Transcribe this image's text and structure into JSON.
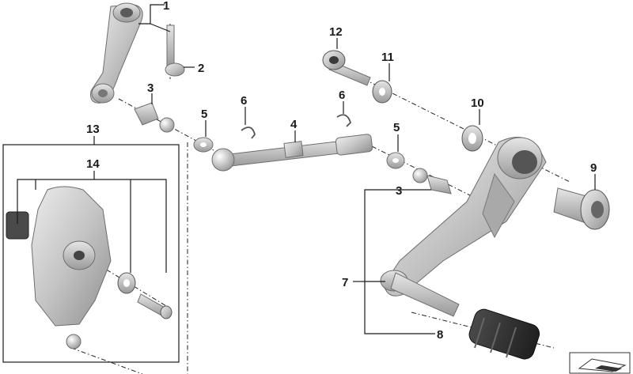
{
  "diagram": {
    "callouts": [
      {
        "id": "c1",
        "label": "1"
      },
      {
        "id": "c2",
        "label": "2"
      },
      {
        "id": "c3a",
        "label": "3"
      },
      {
        "id": "c3b",
        "label": "3"
      },
      {
        "id": "c4",
        "label": "4"
      },
      {
        "id": "c5a",
        "label": "5"
      },
      {
        "id": "c5b",
        "label": "5"
      },
      {
        "id": "c6a",
        "label": "6"
      },
      {
        "id": "c6b",
        "label": "6"
      },
      {
        "id": "c7",
        "label": "7"
      },
      {
        "id": "c8",
        "label": "8"
      },
      {
        "id": "c9",
        "label": "9"
      },
      {
        "id": "c10",
        "label": "10"
      },
      {
        "id": "c11",
        "label": "11"
      },
      {
        "id": "c12",
        "label": "12"
      },
      {
        "id": "c13",
        "label": "13"
      },
      {
        "id": "c14",
        "label": "14"
      }
    ],
    "colors": {
      "metal_light": "#d9d9d9",
      "metal_mid": "#b8b8b8",
      "metal_dark": "#8c8c8c",
      "rubber": "#2e2e2e",
      "line": "#1a1a1a"
    }
  }
}
